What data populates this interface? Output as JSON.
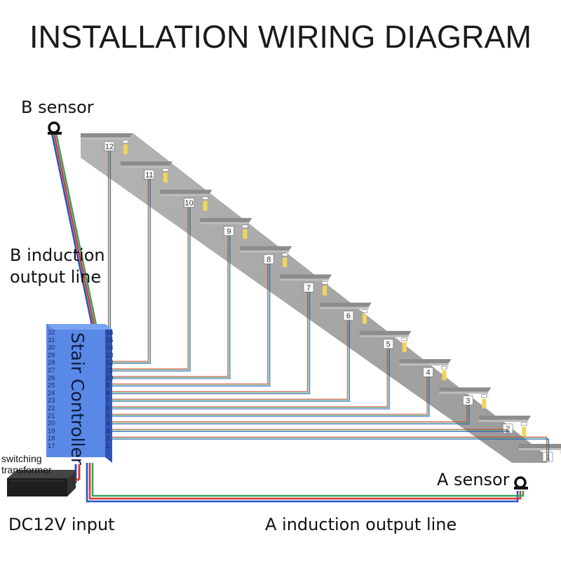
{
  "title": "INSTALLATION WIRING DIAGRAM",
  "labels": {
    "b_sensor": "B sensor",
    "a_sensor": "A sensor",
    "b_line_1": "B induction",
    "b_line_2": "output line",
    "controller": "Stair Controller",
    "transformer_1": "switching",
    "transformer_2": "transformer",
    "dc_input": "DC12V input",
    "a_line": "A induction output line"
  },
  "controller_pins_left": [
    "32",
    "31",
    "30",
    "29",
    "28",
    "27",
    "26",
    "25",
    "24",
    "23",
    "22",
    "21",
    "20",
    "19",
    "18",
    "17"
  ],
  "controller_pins_right": [
    "16",
    "15",
    "14",
    "13",
    "12",
    "11",
    "10",
    "9",
    "8",
    "7",
    "6",
    "5",
    "4",
    "3",
    "2",
    "1"
  ],
  "steps": [
    "1",
    "2",
    "3",
    "4",
    "5",
    "6",
    "7",
    "8",
    "9",
    "10",
    "11",
    "12"
  ],
  "colors": {
    "controller_blue": "#4f7fe0",
    "stair_gray": "#a8a8a8",
    "wire_red": "#d23a30",
    "wire_green": "#3aa35a",
    "wire_blue": "#2454c8",
    "light_yellow": "#f3d45a"
  }
}
